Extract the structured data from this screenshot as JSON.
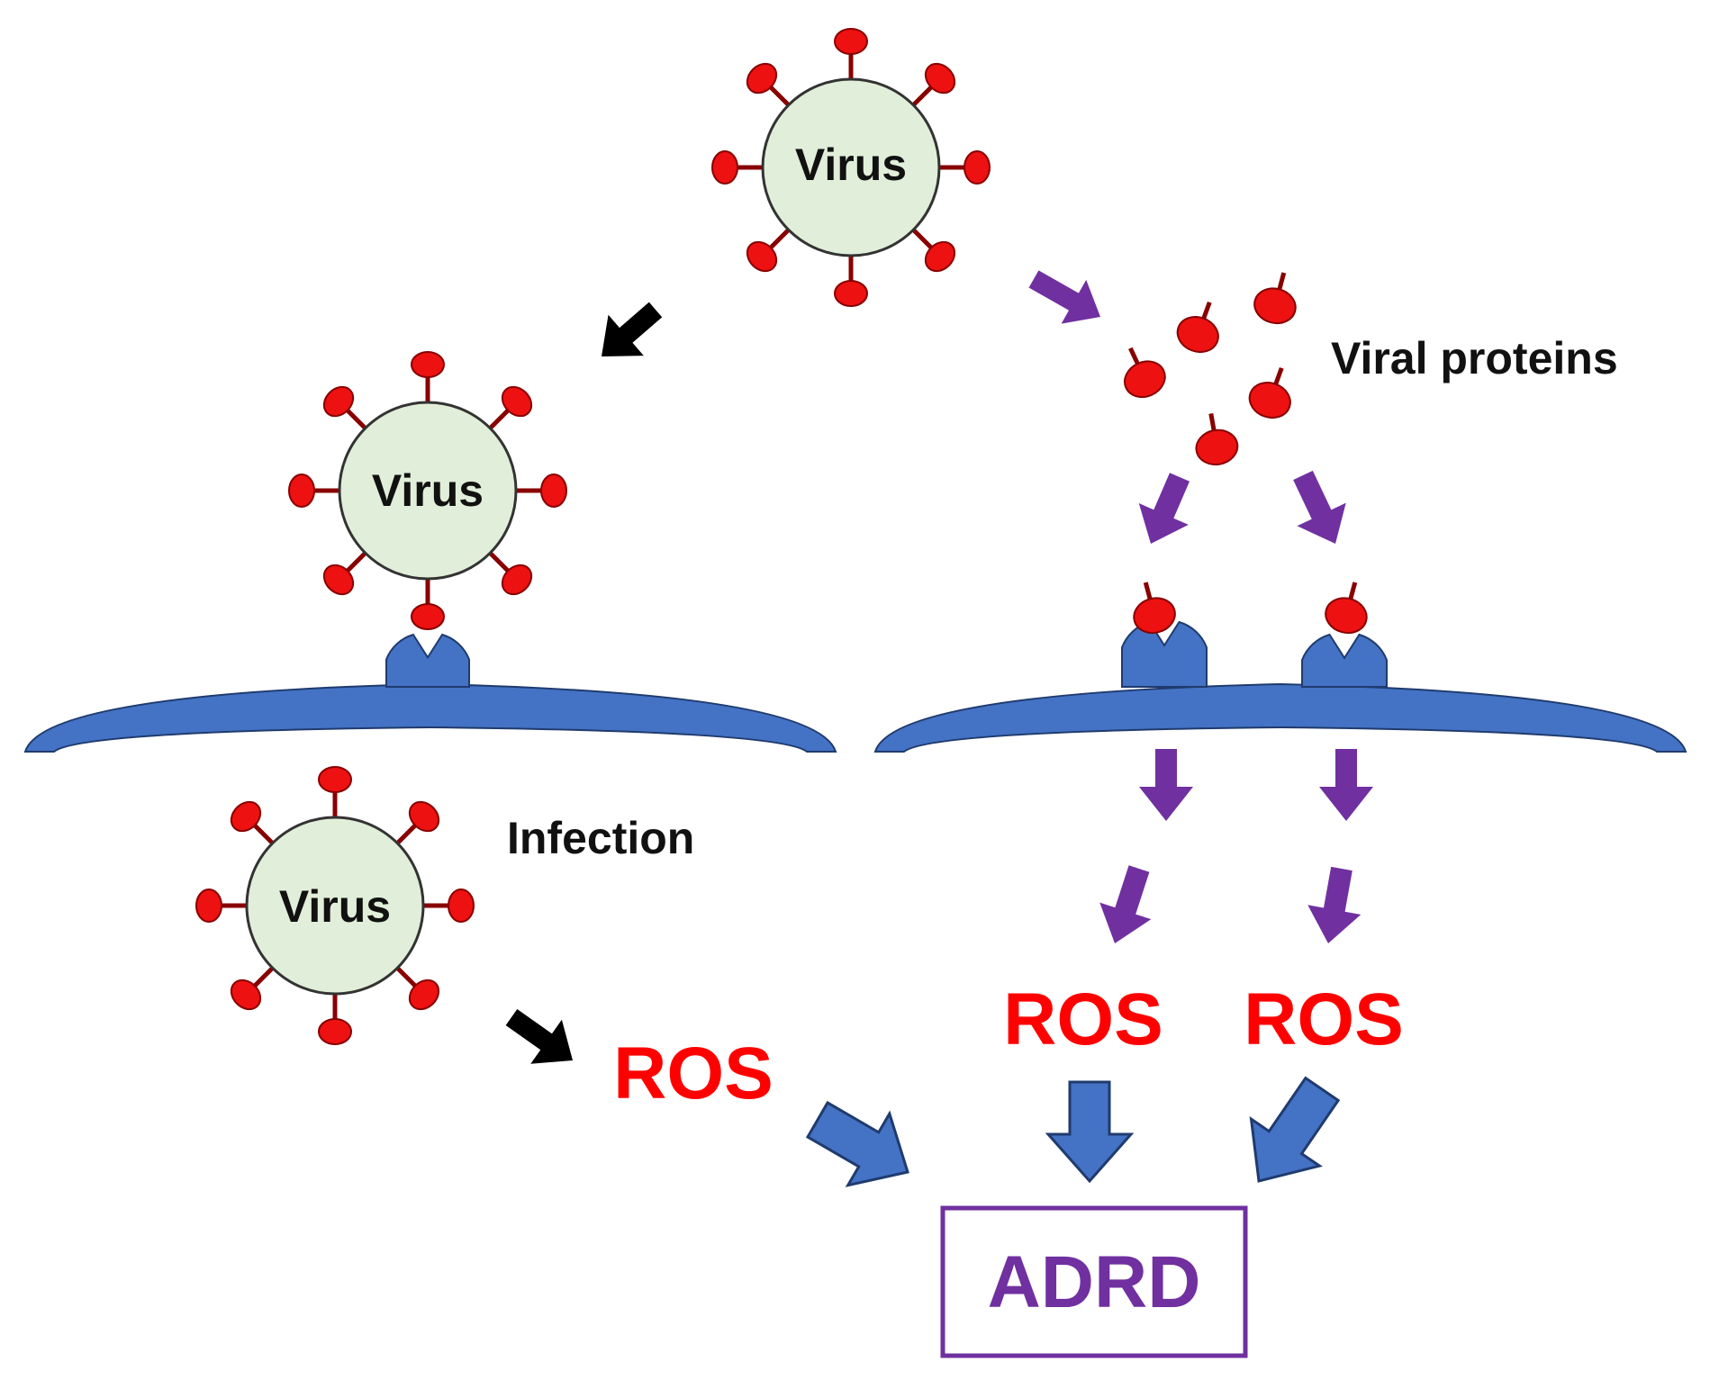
{
  "colors": {
    "virus_fill": "#e1eed9",
    "virus_stroke": "#333333",
    "spike": "#ee1111",
    "spike_stroke": "#880000",
    "membrane": "#4472c4",
    "membrane_stroke": "#1f3b6e",
    "purple_arrow": "#7030a0",
    "black_arrow": "#000000",
    "blue_arrow": "#4472c4",
    "ros_text": "#ff0000",
    "adrd_text": "#7030a0",
    "adrd_border": "#7030a0"
  },
  "labels": {
    "virus_top": "Virus",
    "virus_bound": "Virus",
    "virus_infection": "Virus",
    "viral_proteins": "Viral proteins",
    "infection": "Infection",
    "ros_left": "ROS",
    "ros_mid": "ROS",
    "ros_right": "ROS",
    "adrd": "ADRD"
  },
  "icons": [
    "virus-icon",
    "viral-protein-icon",
    "receptor-icon",
    "cell-membrane-icon",
    "arrow-icon"
  ]
}
